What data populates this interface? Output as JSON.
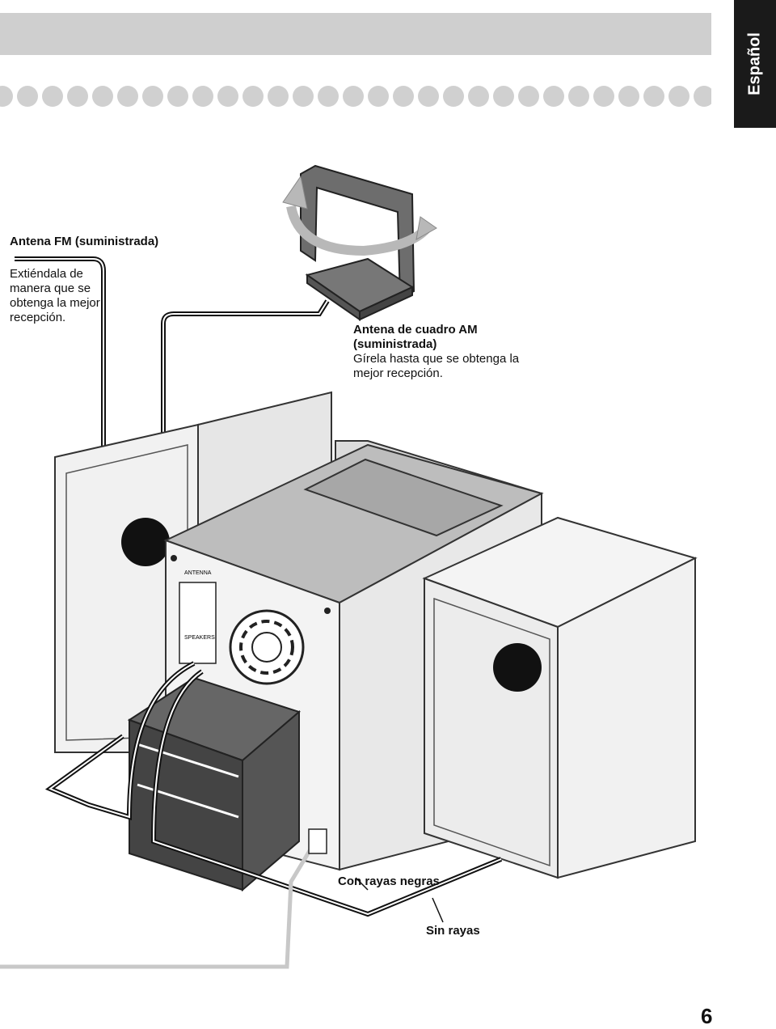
{
  "header": {
    "language_tab": "Español"
  },
  "fm_antenna": {
    "title": "Antena FM (suministrada)",
    "instruction_lines": [
      "Extiéndala de",
      "manera que se",
      "obtenga la mejor",
      "recepción."
    ]
  },
  "am_antenna": {
    "title_lines": [
      "Antena de cuadro AM",
      "(suministrada)"
    ],
    "instruction_lines": [
      "Gírela hasta que se obtenga la",
      "mejor recepción."
    ]
  },
  "speaker_wires": {
    "striped_label": "Con rayas negras",
    "plain_label": "Sin rayas"
  },
  "unit_panel": {
    "antenna_label": "ANTENNA",
    "speakers_label": "SPEAKERS"
  },
  "page_number": "6",
  "colors": {
    "header_bar": "#cfcfcf",
    "tab": "#1a1a1a",
    "dot": "#d0d0d0"
  }
}
